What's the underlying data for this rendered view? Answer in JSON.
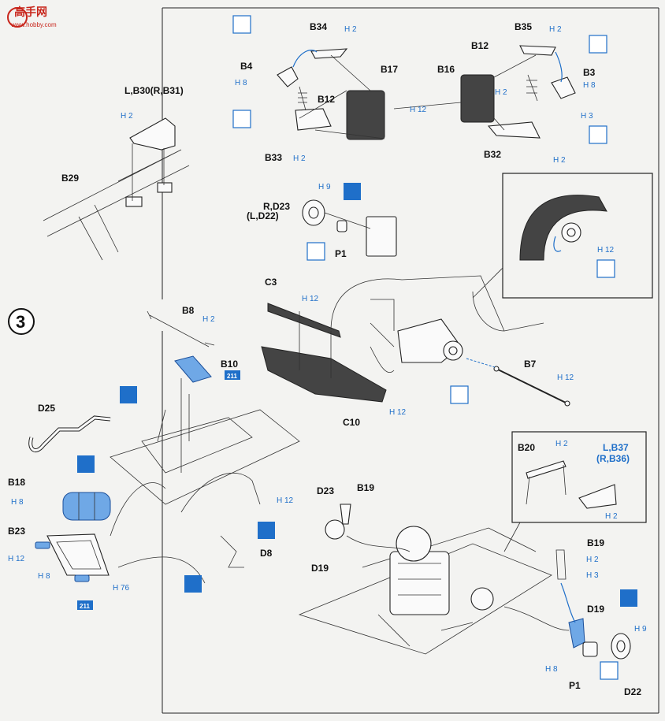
{
  "logo": {
    "text": "高手网",
    "sub": "www.hobby.com"
  },
  "step": {
    "number": "3"
  },
  "labels": {
    "B34": "B34",
    "B35": "B35",
    "B4": "B4",
    "B12a": "B12",
    "B12b": "B12",
    "B17": "B17",
    "B16": "B16",
    "B3": "B3",
    "B33": "B33",
    "B32": "B32",
    "B30": "L,B30(R,B31)",
    "B29": "B29",
    "D23a": "R,D23",
    "D22a": "(L,D22)",
    "P1a": "P1",
    "C3": "C3",
    "B8": "B8",
    "B10": "B10",
    "B7": "B7",
    "C10": "C10",
    "D25": "D25",
    "B18": "B18",
    "B23": "B23",
    "D8": "D8",
    "D23b": "D23",
    "B19a": "B19",
    "D19a": "D19",
    "B20": "B20",
    "B37": "L,B37",
    "B36": "(R,B36)",
    "B19b": "B19",
    "D19b": "D19",
    "P1b": "P1",
    "D22b": "D22"
  },
  "tags": {
    "h2": "H 2",
    "h3": "H 3",
    "h8": "H 8",
    "h9": "H 9",
    "h12": "H 12",
    "h76": "H 76",
    "n211": "211"
  },
  "colors": {
    "accent": "#1f6fc9",
    "part_blue": "#6fa8e6",
    "logo_red": "#c8251b"
  }
}
